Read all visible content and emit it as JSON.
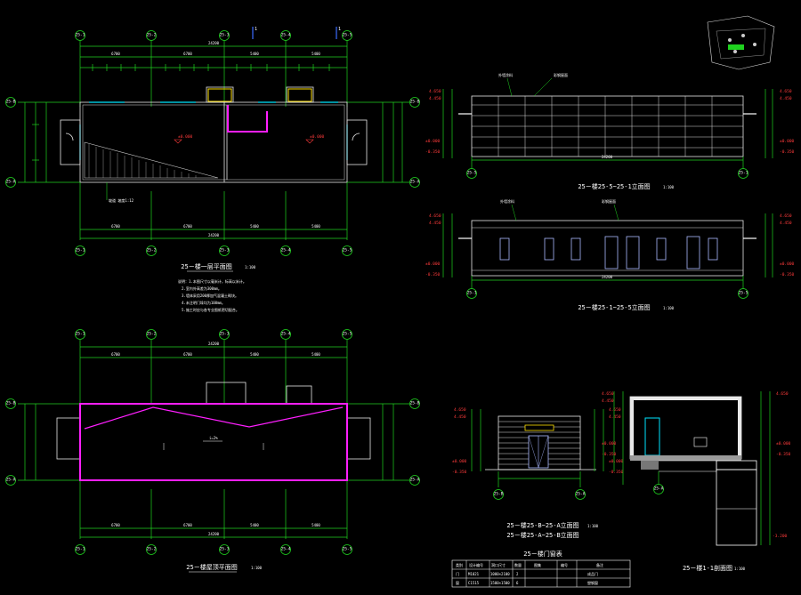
{
  "titles": {
    "floor_plan": "25ㄧ楼一层平面图",
    "roof_plan": "25ㄧ楼屋顶平面图",
    "elev_top": "25ㄧ楼25-5~25-1立面图",
    "elev_bottom": "25ㄧ楼25-1~25-5立面图",
    "side_elev_a": "25ㄧ楼25-B~25-A立面图",
    "side_elev_b": "25ㄧ楼25-A~25-B立面图",
    "section": "25ㄧ楼1-1剖面图",
    "door_window_table": "25ㄧ楼门窗表"
  },
  "scales": {
    "floor_plan": "1:100",
    "roof_plan": "1:100",
    "elev": "1:100",
    "section": "1:100"
  },
  "axes": {
    "plan_columns": [
      "25-1",
      "25-2",
      "25-3",
      "25-4",
      "25-5"
    ],
    "plan_rows": [
      "25-A",
      "25-B"
    ],
    "elev_top_ends": [
      "25-5",
      "25-1"
    ],
    "elev_bottom_ends": [
      "25-1",
      "25-5"
    ],
    "side_ends": [
      "25-B",
      "25-A"
    ],
    "section_axis": "25-A"
  },
  "dimensions": {
    "bay_widths": [
      "6700",
      "6700",
      "5400",
      "5400"
    ],
    "total_length": "24200",
    "elev_length": "24200"
  },
  "elevation_marks": {
    "top": [
      "4.650",
      "4.450",
      "4.050"
    ],
    "bottom": [
      "-0.350",
      "-0.300",
      "±0.000"
    ],
    "section": [
      "4.650",
      "4.450",
      "±0.000",
      "-0.350",
      "-3.200"
    ]
  },
  "section_mark": "1",
  "plan_notes": [
    "说明：1.本图尺寸以毫米计，标高以米计。",
    "2.室内外高差为300mm。",
    "3.墙体采用200厚加气混凝土砌块。",
    "4.未注明门垛均为100mm。",
    "5.施工时应与各专业图纸密切配合。"
  ],
  "annotations": {
    "ramp": "坡道 坡度1:12",
    "floor_level_1": "±0.000",
    "floor_level_2": "±0.000",
    "roof_drain": "i=2%",
    "facade_material": "外墙涂料",
    "roof_material": "彩钢屋面"
  },
  "door_window_table": {
    "headers": [
      "类别",
      "设计编号",
      "洞口尺寸",
      "数量",
      "图集",
      "编号",
      "备注"
    ],
    "rows": [
      [
        "门",
        "M1021",
        "1000×2100",
        "2",
        "",
        "",
        "成品门"
      ],
      [
        "窗",
        "C1515",
        "1500×1500",
        "6",
        "",
        "",
        "塑钢窗"
      ]
    ]
  },
  "colors": {
    "dimension": "#1fd21f",
    "wall": "#e8e8e8",
    "roof_outline": "#ff1fff",
    "window": "#00e5ff",
    "canopy": "#ffe000",
    "level_text": "#ff3b3b"
  }
}
